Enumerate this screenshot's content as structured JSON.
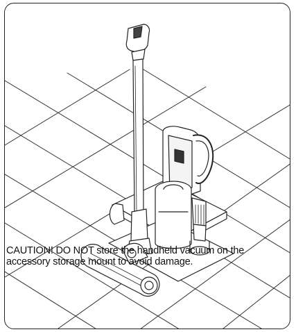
{
  "figure": {
    "caution_line1": "CAUTION! DO NOT store the handheld vacuum  on the",
    "caution_line2": "accessory storage mount to avoid damage.",
    "stroke_color": "#222222",
    "icons": [
      "stick-vacuum-illustration",
      "floor-tile-grid",
      "accessory-storage-mount",
      "brush-tool",
      "floor-head"
    ]
  }
}
